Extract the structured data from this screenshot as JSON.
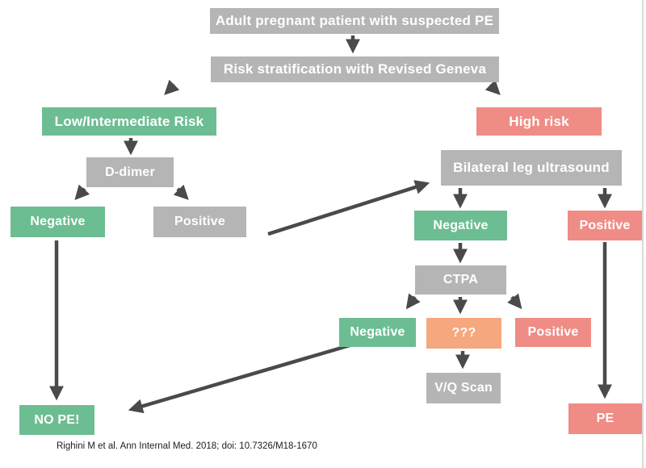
{
  "diagram": {
    "citation": "Righini M et al. Ann Internal Med. 2018; doi: 10.7326/M18-1670",
    "colors": {
      "gray_node": "#b5b5b5",
      "green_node": "#6dbd92",
      "red_node": "#ef8c85",
      "orange_node": "#f5a77e",
      "arrow": "#4a4a4a",
      "node_text": "#ffffff",
      "page_edge": "#d9d9d9"
    },
    "nodes": [
      {
        "id": "start",
        "label": "Adult pregnant patient with suspected PE",
        "color": "gray"
      },
      {
        "id": "risk-stratification",
        "label": "Risk stratification with Revised Geneva",
        "color": "gray"
      },
      {
        "id": "low-intermediate-risk",
        "label": "Low/Intermediate Risk",
        "color": "green"
      },
      {
        "id": "high-risk",
        "label": "High risk",
        "color": "red"
      },
      {
        "id": "d-dimer",
        "label": "D-dimer",
        "color": "gray"
      },
      {
        "id": "d-dimer-negative",
        "label": "Negative",
        "color": "green"
      },
      {
        "id": "d-dimer-positive",
        "label": "Positive",
        "color": "gray"
      },
      {
        "id": "bilateral-leg-ultrasound",
        "label": "Bilateral leg ultrasound",
        "color": "gray"
      },
      {
        "id": "ultrasound-negative",
        "label": "Negative",
        "color": "green"
      },
      {
        "id": "ultrasound-positive",
        "label": "Positive",
        "color": "red"
      },
      {
        "id": "ctpa",
        "label": "CTPA",
        "color": "gray"
      },
      {
        "id": "ctpa-negative",
        "label": "Negative",
        "color": "green"
      },
      {
        "id": "ctpa-indeterminate",
        "label": "???",
        "color": "orange"
      },
      {
        "id": "ctpa-positive",
        "label": "Positive",
        "color": "red"
      },
      {
        "id": "vq-scan",
        "label": "V/Q Scan",
        "color": "gray"
      },
      {
        "id": "no-pe",
        "label": "NO PE!",
        "color": "green"
      },
      {
        "id": "pe",
        "label": "PE",
        "color": "red"
      }
    ],
    "edges": [
      {
        "from": "start",
        "to": "risk-stratification"
      },
      {
        "from": "risk-stratification",
        "to": "low-intermediate-risk"
      },
      {
        "from": "risk-stratification",
        "to": "high-risk"
      },
      {
        "from": "low-intermediate-risk",
        "to": "d-dimer"
      },
      {
        "from": "d-dimer",
        "to": "d-dimer-negative"
      },
      {
        "from": "d-dimer",
        "to": "d-dimer-positive"
      },
      {
        "from": "d-dimer-negative",
        "to": "no-pe"
      },
      {
        "from": "d-dimer-positive",
        "to": "bilateral-leg-ultrasound"
      },
      {
        "from": "bilateral-leg-ultrasound",
        "to": "ultrasound-negative"
      },
      {
        "from": "bilateral-leg-ultrasound",
        "to": "ultrasound-positive"
      },
      {
        "from": "ultrasound-negative",
        "to": "ctpa"
      },
      {
        "from": "ctpa",
        "to": "ctpa-negative"
      },
      {
        "from": "ctpa",
        "to": "ctpa-indeterminate"
      },
      {
        "from": "ctpa",
        "to": "ctpa-positive"
      },
      {
        "from": "ctpa-indeterminate",
        "to": "vq-scan"
      },
      {
        "from": "ultrasound-positive",
        "to": "pe"
      },
      {
        "from": "ctpa-negative",
        "to": "no-pe"
      }
    ]
  }
}
